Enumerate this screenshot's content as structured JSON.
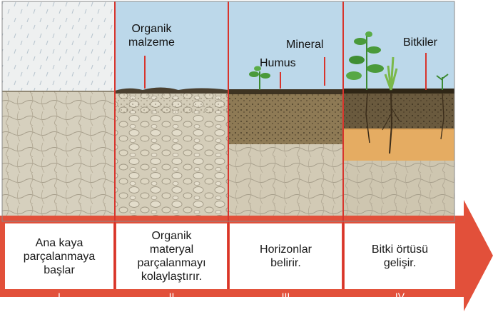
{
  "panels": [
    {
      "numeral": "I",
      "caption": "Ana kaya\nparçalanmaya\nbaşlar"
    },
    {
      "numeral": "II",
      "caption": "Organik\nmateryal\nparçalanmayı\nkolaylaştırır."
    },
    {
      "numeral": "III",
      "caption": "Horizonlar\nbelirir."
    },
    {
      "numeral": "IV",
      "caption": "Bitki örtüsü\ngelişir."
    }
  ],
  "labels": {
    "organic_matter": "Organik\nmalzeme",
    "humus": "Humus",
    "mineral": "Mineral",
    "plants": "Bitkiler"
  },
  "colors": {
    "sky": "#bcd8ea",
    "divider": "#d8342c",
    "arrow": "#e2503a",
    "rock": "#d9d3c2",
    "topsoil": "#6a5a3e",
    "orange_horizon": "#e8a95a",
    "plant": "#4a9a3a"
  }
}
